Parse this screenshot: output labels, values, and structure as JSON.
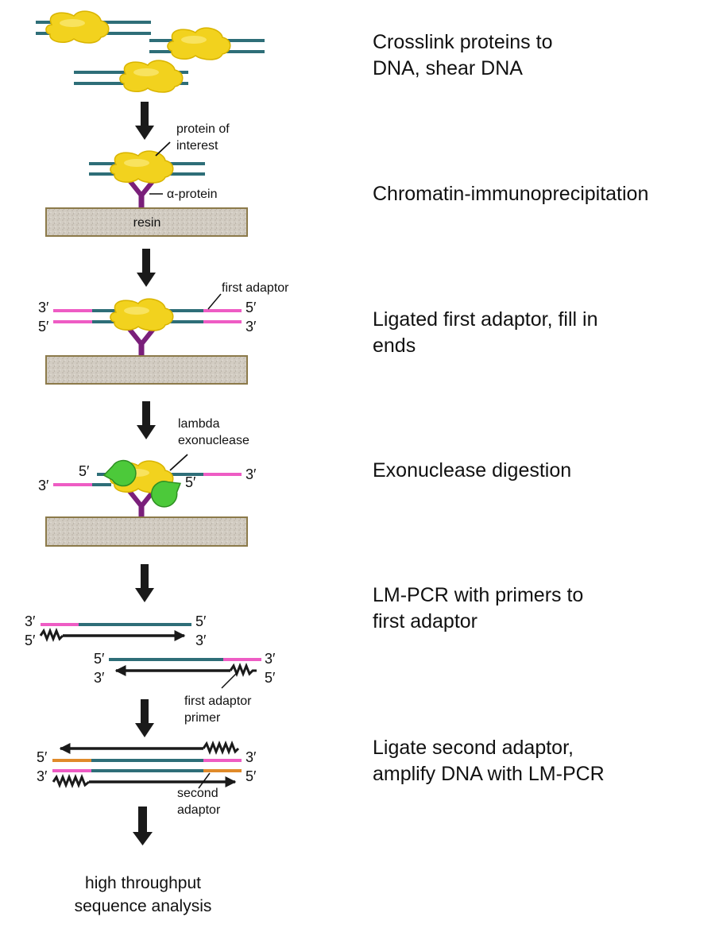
{
  "steps": [
    {
      "line1": "Crosslink proteins to",
      "line2": "DNA, shear DNA"
    },
    {
      "line1": "Chromatin-immunoprecipitation",
      "line2": ""
    },
    {
      "line1": "Ligated first adaptor, fill in",
      "line2": "ends"
    },
    {
      "line1": "Exonuclease digestion",
      "line2": ""
    },
    {
      "line1": "LM-PCR with primers to",
      "line2": "first adaptor"
    },
    {
      "line1": "Ligate second adaptor,",
      "line2": "amplify DNA with LM-PCR"
    }
  ],
  "labels": {
    "protein_of_interest_1": "protein of",
    "protein_of_interest_2": "interest",
    "alpha_protein": "α-protein",
    "resin": "resin",
    "first_adaptor": "first adaptor",
    "lambda_1": "lambda",
    "lambda_2": "exonuclease",
    "first_adaptor_primer_1": "first adaptor",
    "first_adaptor_primer_2": "primer",
    "second_adaptor_1": "second",
    "second_adaptor_2": "adaptor",
    "final_1": "high throughput",
    "final_2": "sequence analysis"
  },
  "ends": {
    "three_prime": "3′",
    "five_prime": "5′"
  },
  "colors": {
    "dna": "#2e6e78",
    "adaptor": "#ee5cc4",
    "second_adaptor": "#e08a2a",
    "protein": "#f2d21e",
    "antibody": "#7a1f7a",
    "resin": "#cfc9bf",
    "resin_border": "#8c7a4a",
    "exonuclease": "#4cc93a",
    "arrow": "#1a1a1a"
  }
}
